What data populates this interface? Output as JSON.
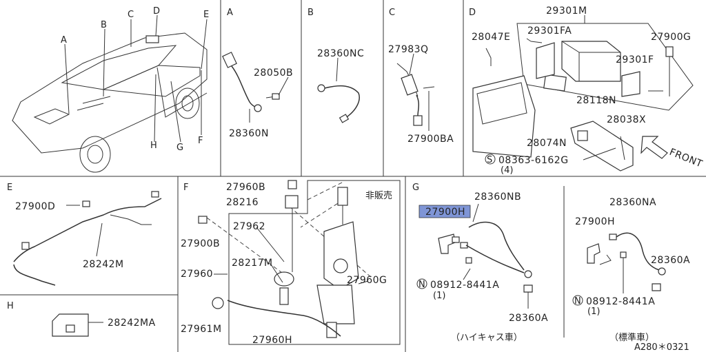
{
  "sections": {
    "A": "A",
    "B": "B",
    "C": "C",
    "D": "D",
    "E": "E",
    "F": "F",
    "G": "G",
    "H": "H"
  },
  "overview": {
    "callouts": [
      "A",
      "B",
      "C",
      "D",
      "E",
      "F",
      "G",
      "H"
    ]
  },
  "parts": {
    "a1": "28050B",
    "a2": "28360N",
    "b1": "28360NC",
    "c1": "27983Q",
    "c2": "27900BA",
    "d1": "29301M",
    "d2": "28047E",
    "d3": "29301FA",
    "d4": "27900G",
    "d5": "29301F",
    "d6": "28118N",
    "d7": "28038X",
    "d8": "28074N",
    "d9": "08363-6162G",
    "d9q": "(4)",
    "d_front": "FRONT",
    "d_s": "S",
    "e1": "27900D",
    "e2": "28242M",
    "h1": "28242MA",
    "f1": "27960B",
    "f2": "28216",
    "f3": "非販売",
    "f4": "27962",
    "f5": "27900B",
    "f6": "28217M",
    "f7": "27960",
    "f8": "27960G",
    "f9": "27961M",
    "f10": "27960H",
    "g1": "28360NB",
    "g2": "27900H",
    "g3": "08912-8441A",
    "g3q": "(1)",
    "g4": "28360A",
    "g_cap": "（ハイキャス車）",
    "g_n": "N",
    "g5": "28360NA",
    "g6": "27900H",
    "g7": "28360A",
    "g8": "08912-8441A",
    "g8q": "(1)",
    "g_cap2": "（標準車）",
    "g_n2": "N"
  },
  "footer": {
    "code": "A280＊0321"
  },
  "colors": {
    "highlight": "#7f95d6"
  }
}
